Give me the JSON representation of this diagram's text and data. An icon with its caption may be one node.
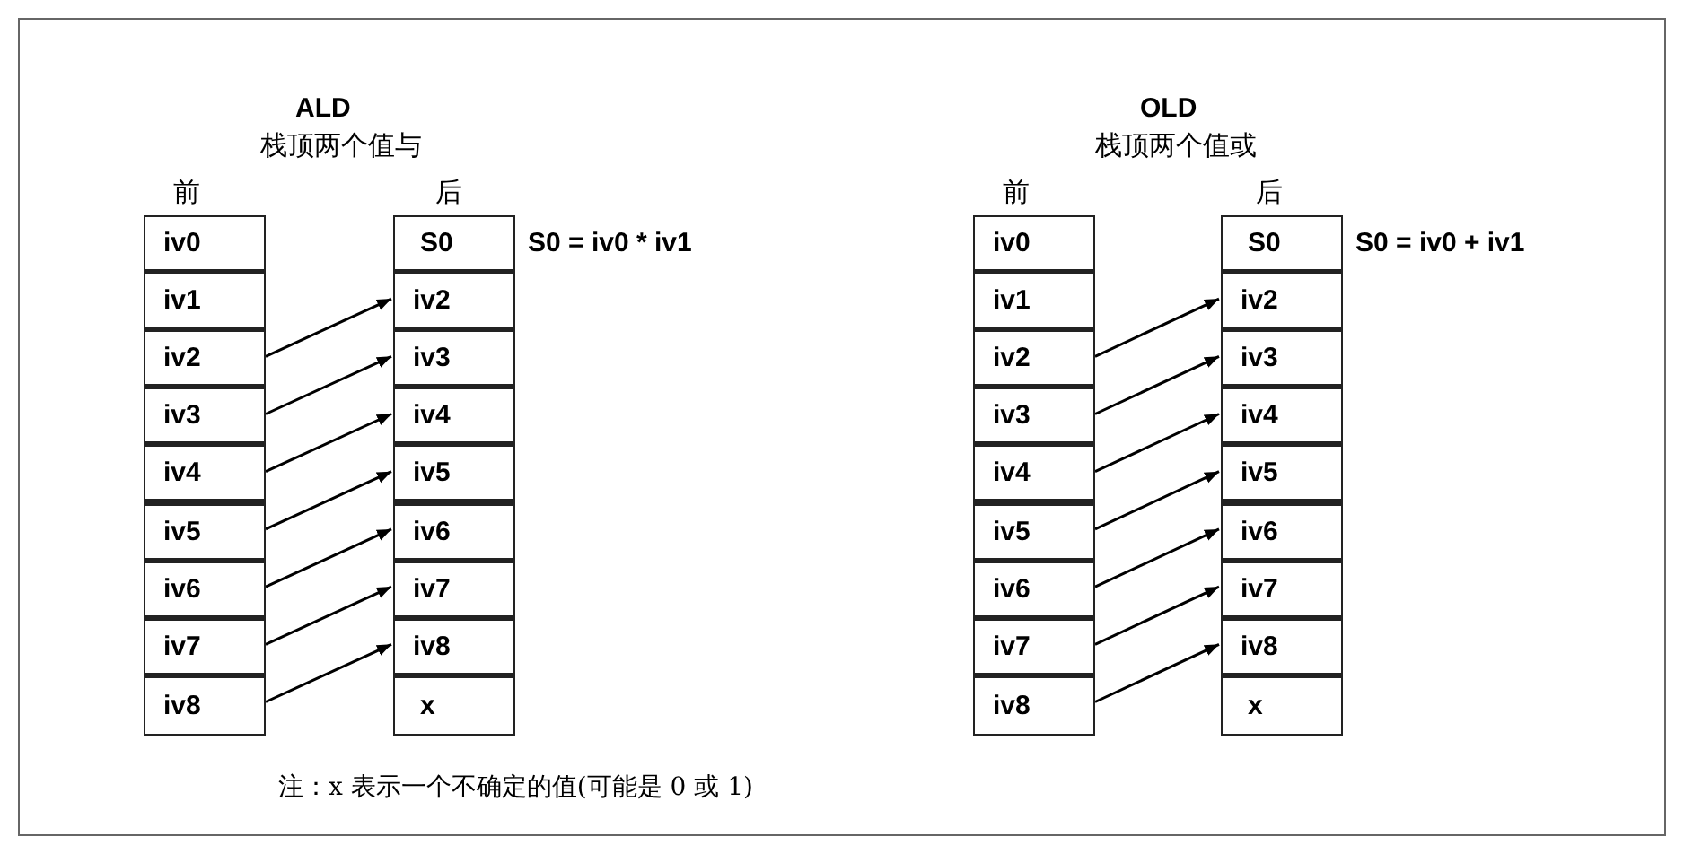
{
  "diagram": {
    "nodes": [
      {
        "text": [
          "iv0"
        ]
      },
      {
        "text": [
          "iv1"
        ]
      },
      {
        "text": [
          "iv2"
        ]
      },
      {
        "text": [
          "iv3"
        ]
      },
      {
        "text": [
          "iv4"
        ]
      },
      {
        "text": [
          "iv5"
        ]
      },
      {
        "text": [
          "iv6"
        ]
      },
      {
        "text": [
          "iv7"
        ]
      },
      {
        "text": [
          "iv8"
        ]
      },
      {
        "text": [
          "S0"
        ]
      },
      {
        "text": [
          "iv2"
        ]
      },
      {
        "text": [
          "iv3"
        ]
      },
      {
        "text": [
          "iv4"
        ]
      },
      {
        "text": [
          "iv5"
        ]
      },
      {
        "text": [
          "iv6"
        ]
      },
      {
        "text": [
          "iv7"
        ]
      },
      {
        "text": [
          "iv8"
        ]
      },
      {
        "text": [
          "x"
        ]
      },
      {
        "text": [
          "iv0"
        ]
      },
      {
        "text": [
          "iv1"
        ]
      },
      {
        "text": [
          "iv2"
        ]
      },
      {
        "text": [
          "iv3"
        ]
      },
      {
        "text": [
          "iv4"
        ]
      },
      {
        "text": [
          "iv5"
        ]
      },
      {
        "text": [
          "iv6"
        ]
      },
      {
        "text": [
          "iv7"
        ]
      },
      {
        "text": [
          "iv8"
        ]
      },
      {
        "text": [
          "S0"
        ]
      },
      {
        "text": [
          "iv2"
        ]
      },
      {
        "text": [
          "iv3"
        ]
      },
      {
        "text": [
          "iv4"
        ]
      },
      {
        "text": [
          "iv5"
        ]
      },
      {
        "text": [
          "iv6"
        ]
      },
      {
        "text": [
          "iv7"
        ]
      },
      {
        "text": [
          "iv8"
        ]
      },
      {
        "text": [
          "x"
        ]
      }
    ],
    "edges": [
      {
        "from": 2,
        "to": 10,
        "arrow": "to"
      },
      {
        "from": 3,
        "to": 11,
        "arrow": "to"
      },
      {
        "from": 4,
        "to": 12,
        "arrow": "to"
      },
      {
        "from": 5,
        "to": 13,
        "arrow": "to"
      },
      {
        "from": 6,
        "to": 14,
        "arrow": "to"
      },
      {
        "from": 7,
        "to": 15,
        "arrow": "to"
      },
      {
        "from": 8,
        "to": 16,
        "arrow": "to"
      },
      {
        "from": 20,
        "to": 28,
        "arrow": "to"
      },
      {
        "from": 21,
        "to": 29,
        "arrow": "to"
      },
      {
        "from": 22,
        "to": 30,
        "arrow": "to"
      },
      {
        "from": 23,
        "to": 31,
        "arrow": "to"
      },
      {
        "from": 24,
        "to": 32,
        "arrow": "to"
      },
      {
        "from": 25,
        "to": 33,
        "arrow": "to"
      },
      {
        "from": 26,
        "to": 34,
        "arrow": "to"
      }
    ],
    "labels": [
      "ALD",
      "栈顶两个值与",
      "OLD",
      "栈顶两个值或",
      "前",
      "后",
      "前",
      "后",
      "S0 = iv0 * iv1",
      "S0 = iv0 + iv1",
      "注：x 表示一个不确定的值(可能是 0 或 1)"
    ]
  }
}
